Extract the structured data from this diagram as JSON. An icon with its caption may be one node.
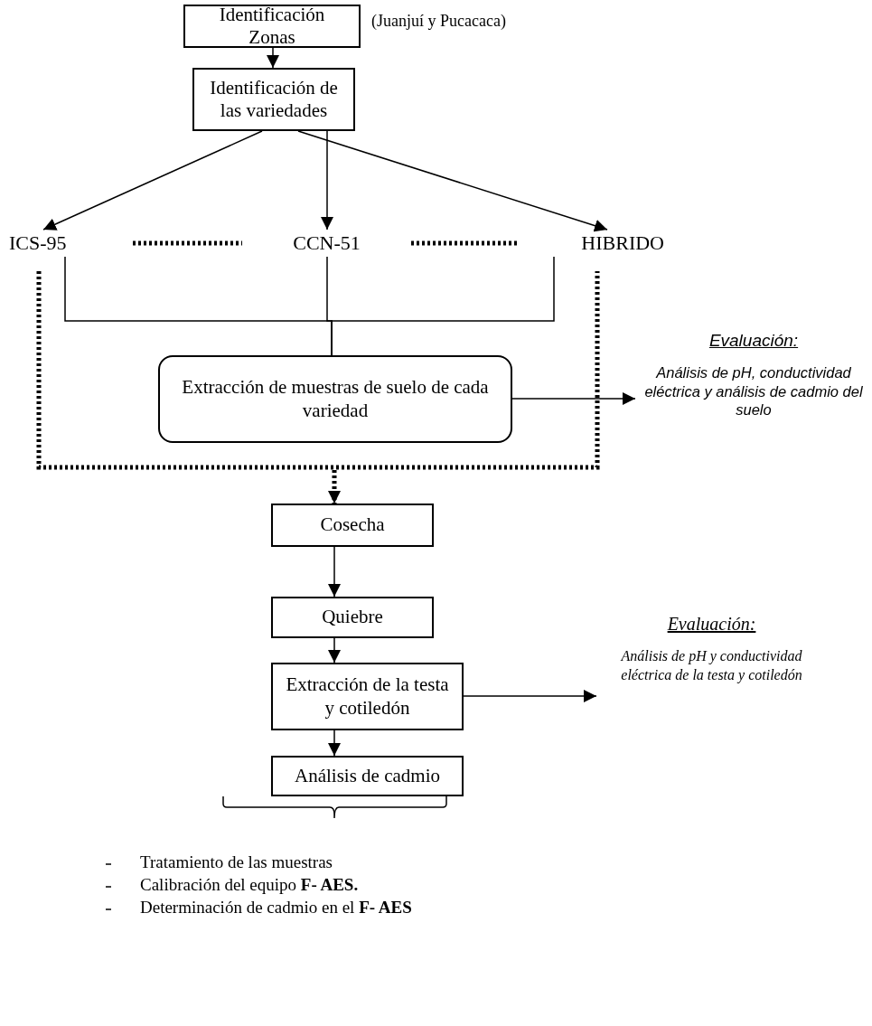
{
  "diagram": {
    "nodes": [
      {
        "text": [
          "Identificación Zonas"
        ],
        "beside": [
          "(Juanjuí y Pucacaca)"
        ]
      },
      {
        "text": [
          "Identificación de las variedades"
        ]
      },
      {
        "text": [
          "ICS-95"
        ]
      },
      {
        "text": [
          "CCN-51"
        ]
      },
      {
        "text": [
          "HIBRIDO"
        ]
      },
      {
        "text": [],
        "shape": "bracket"
      },
      {
        "text": [
          "Extracción de muestras de suelo de cada variedad"
        ],
        "in": 5
      },
      {
        "text": [
          "Evaluación:",
          "Análisis de pH, conductividad eléctrica y análisis de cadmio del suelo"
        ]
      },
      {
        "text": [
          "Cosecha"
        ]
      },
      {
        "text": [
          "Quiebre"
        ]
      },
      {
        "text": [
          "Extracción de la testa y cotiledón"
        ]
      },
      {
        "text": [
          "Evaluación:",
          "Análisis de pH y conductividad eléctrica de la testa y cotiledón"
        ]
      },
      {
        "text": [
          "Análisis de cadmio"
        ]
      }
    ],
    "edges": [
      {
        "from": 0,
        "to": 1,
        "arrow": "to"
      },
      {
        "from": 1,
        "to": 2,
        "arrow": "to"
      },
      {
        "from": 1,
        "to": 3,
        "arrow": "to"
      },
      {
        "from": 1,
        "to": 4,
        "arrow": "to"
      },
      {
        "from": 2,
        "to": 3,
        "arrow": "none",
        "style": "dashed"
      },
      {
        "from": 3,
        "to": 4,
        "arrow": "none",
        "style": "dashed"
      },
      {
        "from": 2,
        "to": 6,
        "arrow": "none"
      },
      {
        "from": 3,
        "to": 6,
        "arrow": "none"
      },
      {
        "from": 4,
        "to": 6,
        "arrow": "none"
      },
      {
        "from": 6,
        "to": 7,
        "arrow": "to"
      },
      {
        "from": 5,
        "to": 8,
        "arrow": "to",
        "style": "dashed"
      },
      {
        "from": 8,
        "to": 9,
        "arrow": "to"
      },
      {
        "from": 9,
        "to": 10,
        "arrow": "to"
      },
      {
        "from": 10,
        "to": 11,
        "arrow": "to"
      },
      {
        "from": 10,
        "to": 12,
        "arrow": "to"
      }
    ],
    "labels": [
      "Tratamiento de las muestras",
      "Calibración del equipo **F- AES.**",
      "Determinación de cadmio en el **F- AES**"
    ]
  }
}
